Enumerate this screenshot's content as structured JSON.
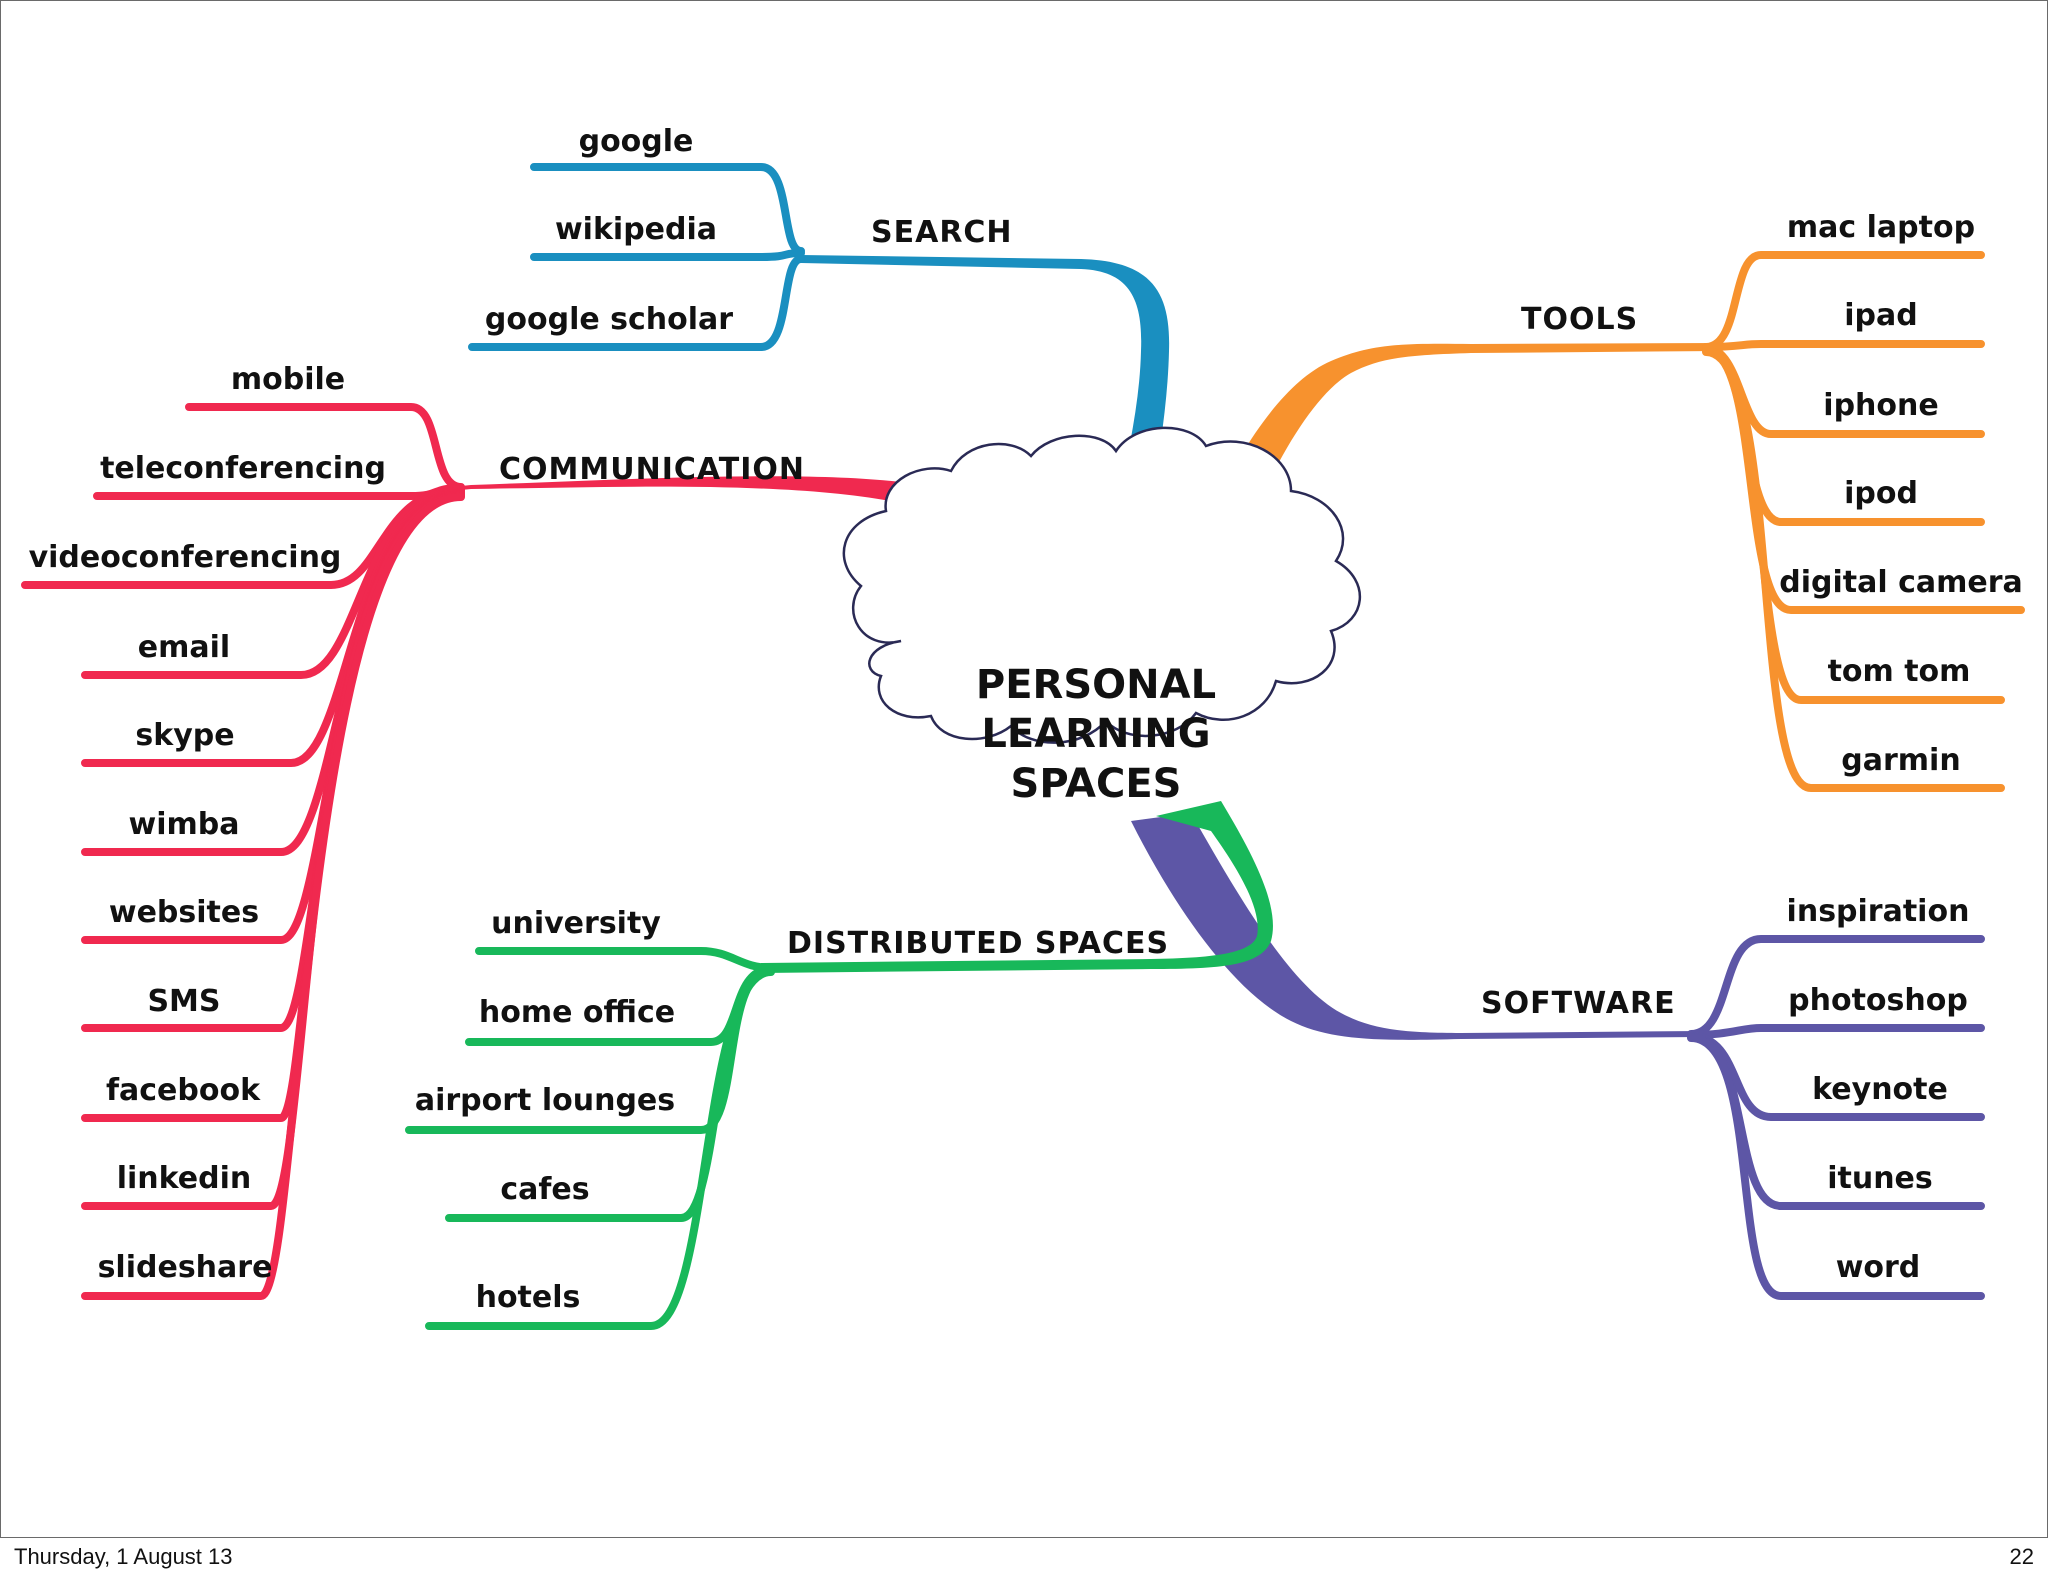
{
  "center": {
    "lines": [
      "PERSONAL",
      "LEARNING",
      "SPACES"
    ]
  },
  "branches": [
    {
      "id": "search",
      "label": "SEARCH",
      "color": "#1a8fc0",
      "items": [
        "google",
        "wikipedia",
        "google scholar"
      ]
    },
    {
      "id": "communication",
      "label": "COMMUNICATION",
      "color": "#f0294f",
      "items": [
        "mobile",
        "teleconferencing",
        "videoconferencing",
        "email",
        "skype",
        "wimba",
        "websites",
        "SMS",
        "facebook",
        "linkedin",
        "slideshare"
      ]
    },
    {
      "id": "tools",
      "label": "TOOLS",
      "color": "#f7922e",
      "items": [
        "mac laptop",
        "ipad",
        "iphone",
        "ipod",
        "digital camera",
        "tom tom",
        "garmin"
      ]
    },
    {
      "id": "distributed",
      "label": "DISTRIBUTED SPACES",
      "color": "#18b85a",
      "items": [
        "university",
        "home office",
        "airport lounges",
        "cafes",
        "hotels"
      ]
    },
    {
      "id": "software",
      "label": "SOFTWARE",
      "color": "#5d56a6",
      "items": [
        "inspiration",
        "photoshop",
        "keynote",
        "itunes",
        "word"
      ]
    }
  ],
  "footer": {
    "date": "Thursday, 1 August 13",
    "page": "22"
  }
}
